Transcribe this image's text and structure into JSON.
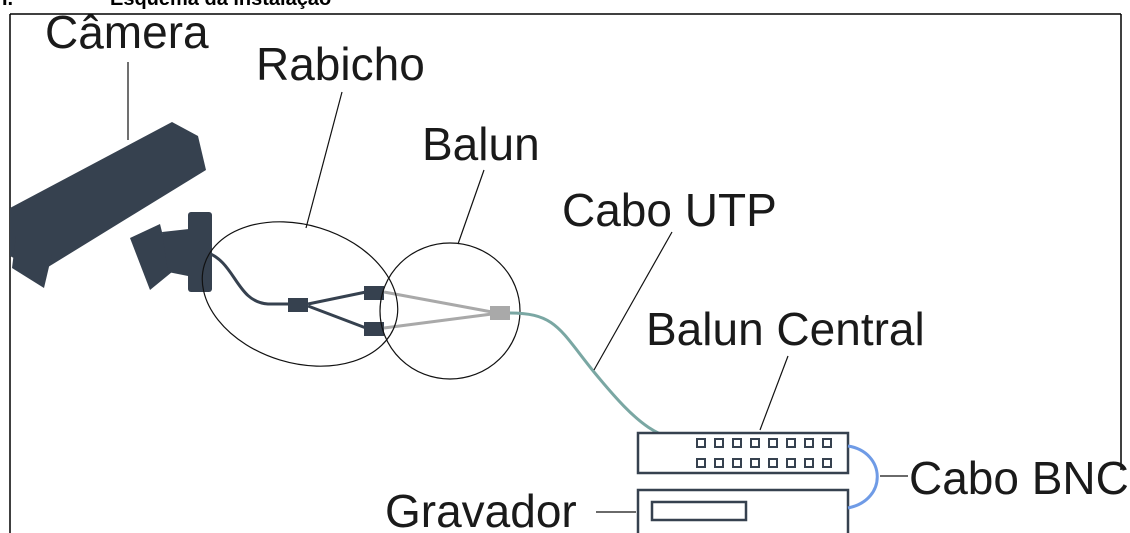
{
  "heading": {
    "number": "I.",
    "text": "Esquema da instalação"
  },
  "labels": {
    "camera": "Câmera",
    "rabicho": "Rabicho",
    "balun": "Balun",
    "cabo_utp": "Cabo UTP",
    "balun_central": "Balun Central",
    "cabo_bnc": "Cabo BNC",
    "gravador": "Gravador"
  },
  "colors": {
    "camera": "#36414f",
    "utp_cable": "#7aa7a3",
    "bnc_cable": "#6f9be6",
    "balun_wire": "#a9a9a9",
    "device_outline": "#36414f"
  }
}
